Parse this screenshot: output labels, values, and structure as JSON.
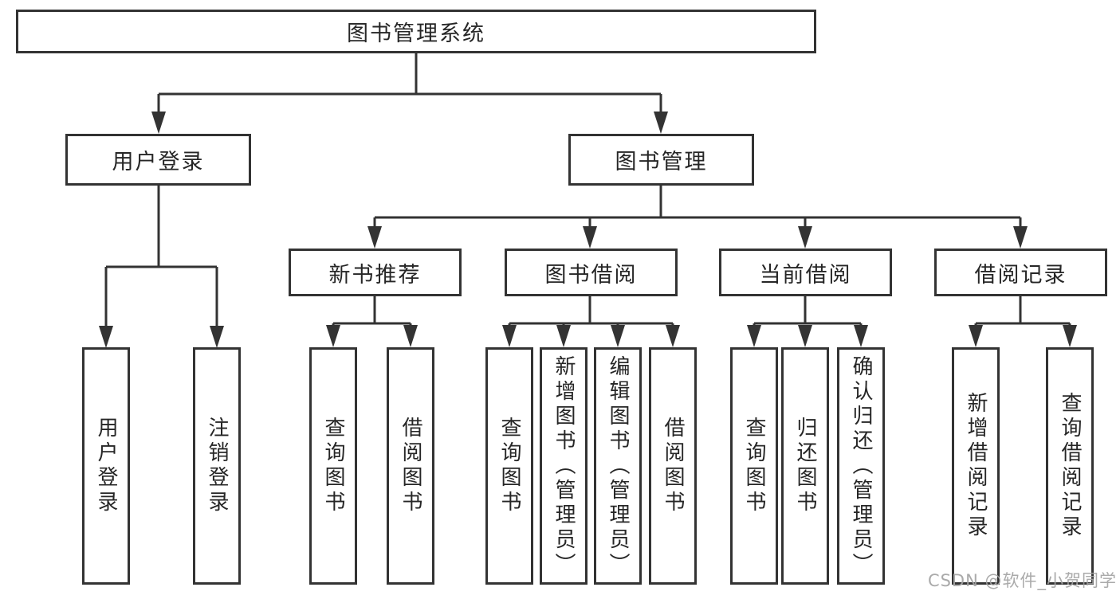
{
  "title": "图书管理系统",
  "branches": [
    {
      "label": "用户登录",
      "children": [
        {
          "label": "用户登录"
        },
        {
          "label": "注销登录"
        }
      ]
    },
    {
      "label": "图书管理",
      "sections": [
        {
          "label": "新书推荐",
          "children": [
            {
              "label": "查询图书"
            },
            {
              "label": "借阅图书"
            }
          ]
        },
        {
          "label": "图书借阅",
          "children": [
            {
              "label": "查询图书"
            },
            {
              "label": "新增图书（管理员）"
            },
            {
              "label": "编辑图书（管理员）"
            },
            {
              "label": "借阅图书"
            }
          ]
        },
        {
          "label": "当前借阅",
          "children": [
            {
              "label": "查询图书"
            },
            {
              "label": "归还图书"
            },
            {
              "label": "确认归还（管理员）"
            }
          ]
        },
        {
          "label": "借阅记录",
          "children": [
            {
              "label": "新增借阅记录"
            },
            {
              "label": "查询借阅记录"
            }
          ]
        }
      ]
    }
  ],
  "watermark": "CSDN @软件_小贺同学",
  "colors": {
    "line": "#333333",
    "text": "#262626",
    "background": "#ffffff",
    "watermark": "#a3a3a3"
  }
}
